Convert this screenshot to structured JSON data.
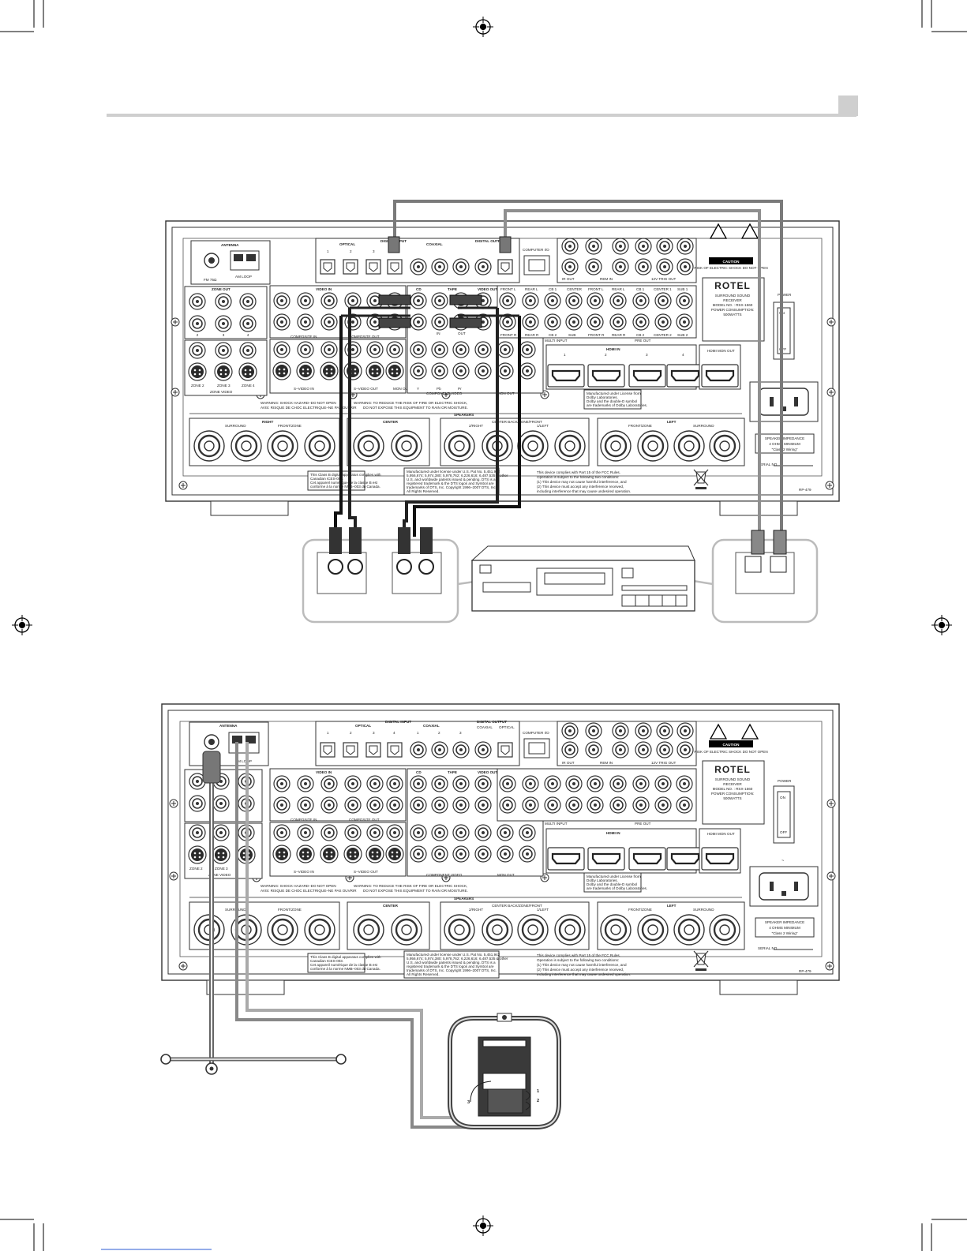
{
  "figure": "two rear-panel connection diagrams of a surround sound receiver",
  "panel": {
    "brand": "ROTEL",
    "caution": "CAUTION",
    "caution_sub": "RISK OF ELECTRIC SHOCK DO NOT OPEN",
    "product_lines": [
      "SURROUND SOUND",
      "RECEIVER",
      "MODEL NO. : RSX-1560",
      "POWER CONSUMPTION:",
      "500WATTS"
    ],
    "antenna": "ANTENNA",
    "fm": "FM 75Ω",
    "am_loop": "AM LOOP",
    "zone_out": "ZONE OUT",
    "zone_video": "ZONE VIDEO",
    "zone_labels": [
      "ZONE 2",
      "ZONE 3",
      "ZONE 4"
    ],
    "zone_nums": [
      "2",
      "3",
      "4"
    ],
    "digital_input": "DIGITAL INPUT",
    "optical": "OPTICAL",
    "coaxial": "COAXIAL",
    "digital_output": "DIGITAL OUTPUT",
    "digital_output_short": "DIGITAL OUT",
    "optical_short": "OPTICAL",
    "coaxial_short": "COAXIAL",
    "computer_io": "COMPUTER I/O",
    "optical_nums": [
      "1",
      "2",
      "3",
      "4"
    ],
    "coaxial_nums": [
      "1",
      "2",
      "3"
    ],
    "ir_out": "IR OUT",
    "rem_in": "REM IN",
    "trig_out": "12V TRIG OUT",
    "video_in": "VIDEO IN",
    "cd": "CD",
    "tape": "TAPE",
    "video_out": "VIDEO OUT",
    "in_out": [
      "IN",
      "OUT"
    ],
    "composite_in": "COMPOSITE IN",
    "composite_out": "COMPOSITE OUT",
    "s_video_in": "S–VIDEO IN",
    "s_video_out": "S–VIDEO OUT",
    "mon_out": "MON OUT",
    "component_video": "COMPONENT VIDEO",
    "ypbpr": [
      "Y",
      "Pb",
      "Pr"
    ],
    "multi_input": "MULTI INPUT",
    "pre_out": "PRE OUT",
    "multi_labels_top": [
      "FRONT L",
      "REAR L",
      "CB 1",
      "CENTER"
    ],
    "multi_labels_bot": [
      "FRONT R",
      "REAR R",
      "CB 2",
      "SUB"
    ],
    "pre_labels_top": [
      "FRONT L",
      "REAR L",
      "CB 1",
      "CENTER 1",
      "SUB 1"
    ],
    "pre_labels_bot": [
      "FRONT R",
      "REAR R",
      "CB 2",
      "CENTER 2",
      "SUB 2"
    ],
    "hdmi_in": "HDMI IN",
    "hdmi_mon_out": "HDMI MON OUT",
    "hdmi_nums": [
      "1",
      "2",
      "3",
      "4"
    ],
    "power": "POWER",
    "power_on": "ON",
    "power_off": "OFF",
    "warning_shock": "WARNING: SHOCK HAZARD–DO NOT OPEN",
    "avis": "AVIS: RISQUE DE CHOC ELECTRIQUE–NE PAS OUVRIR",
    "warning_fire": "WARNING: TO REDUCE THE RISK OF FIRE OR ELECTRIC SHOCK,",
    "warning_fire2": "DO NOT EXPOSE THIS EQUIPMENT TO RAIN OR MOISTURE.",
    "dolby_lines": [
      "Manufactured under License from",
      "Dolby Laboratories.",
      "Dolby and the double-D symbol",
      "are trademarks of Dolby Laboratories."
    ],
    "speakers": "SPEAKERS",
    "spk_right": "RIGHT",
    "spk_center": "CENTER",
    "spk_left": "LEFT",
    "spk_surround": "SURROUND",
    "spk_front_zone": "FRONT/ZONE",
    "spk_2right": "2/RIGHT",
    "spk_cb_zone_front": "CENTER BACK/ZONE/FRONT",
    "spk_1left": "1/LEFT",
    "impedance_lines": [
      "SPEAKER IMPEDANCE",
      "4 OHMS MINIMUM",
      "\"Class 2 Wiring\""
    ],
    "serial": "SERIAL NO.",
    "fcc_lines": [
      "This device complies with Part 15 of the FCC Rules.",
      "Operation is subject to the following two conditions:",
      "(1) This device may not cause harmful interference, and",
      "(2) This device must accept any interference received,",
      "including interference that may cause undesired operation."
    ],
    "dts_lines": [
      "Manufactured under license under U.S. Pat No. 5,451,942",
      "5,956,674; 5,974,380; 5,978,762; 6,226,616; 6,487,535 & other",
      "U.S. and worldwide patents issued & pending. DTS is a",
      "registered trademark & the DTS logos and Symbol are",
      "trademarks of DTS, Inc. Copyright 1996–2007 DTS, Inc.",
      "All Rights Reserved."
    ],
    "canada_lines": [
      "This Class B digital apparatus complies with",
      "Canadian ICES-003.",
      "Cet appareil numérique de la classe B est",
      "conforme à la norme NMB–003 du Canada."
    ],
    "model_code": "RP-479"
  },
  "antenna_callouts": [
    "1",
    "2",
    "3"
  ]
}
